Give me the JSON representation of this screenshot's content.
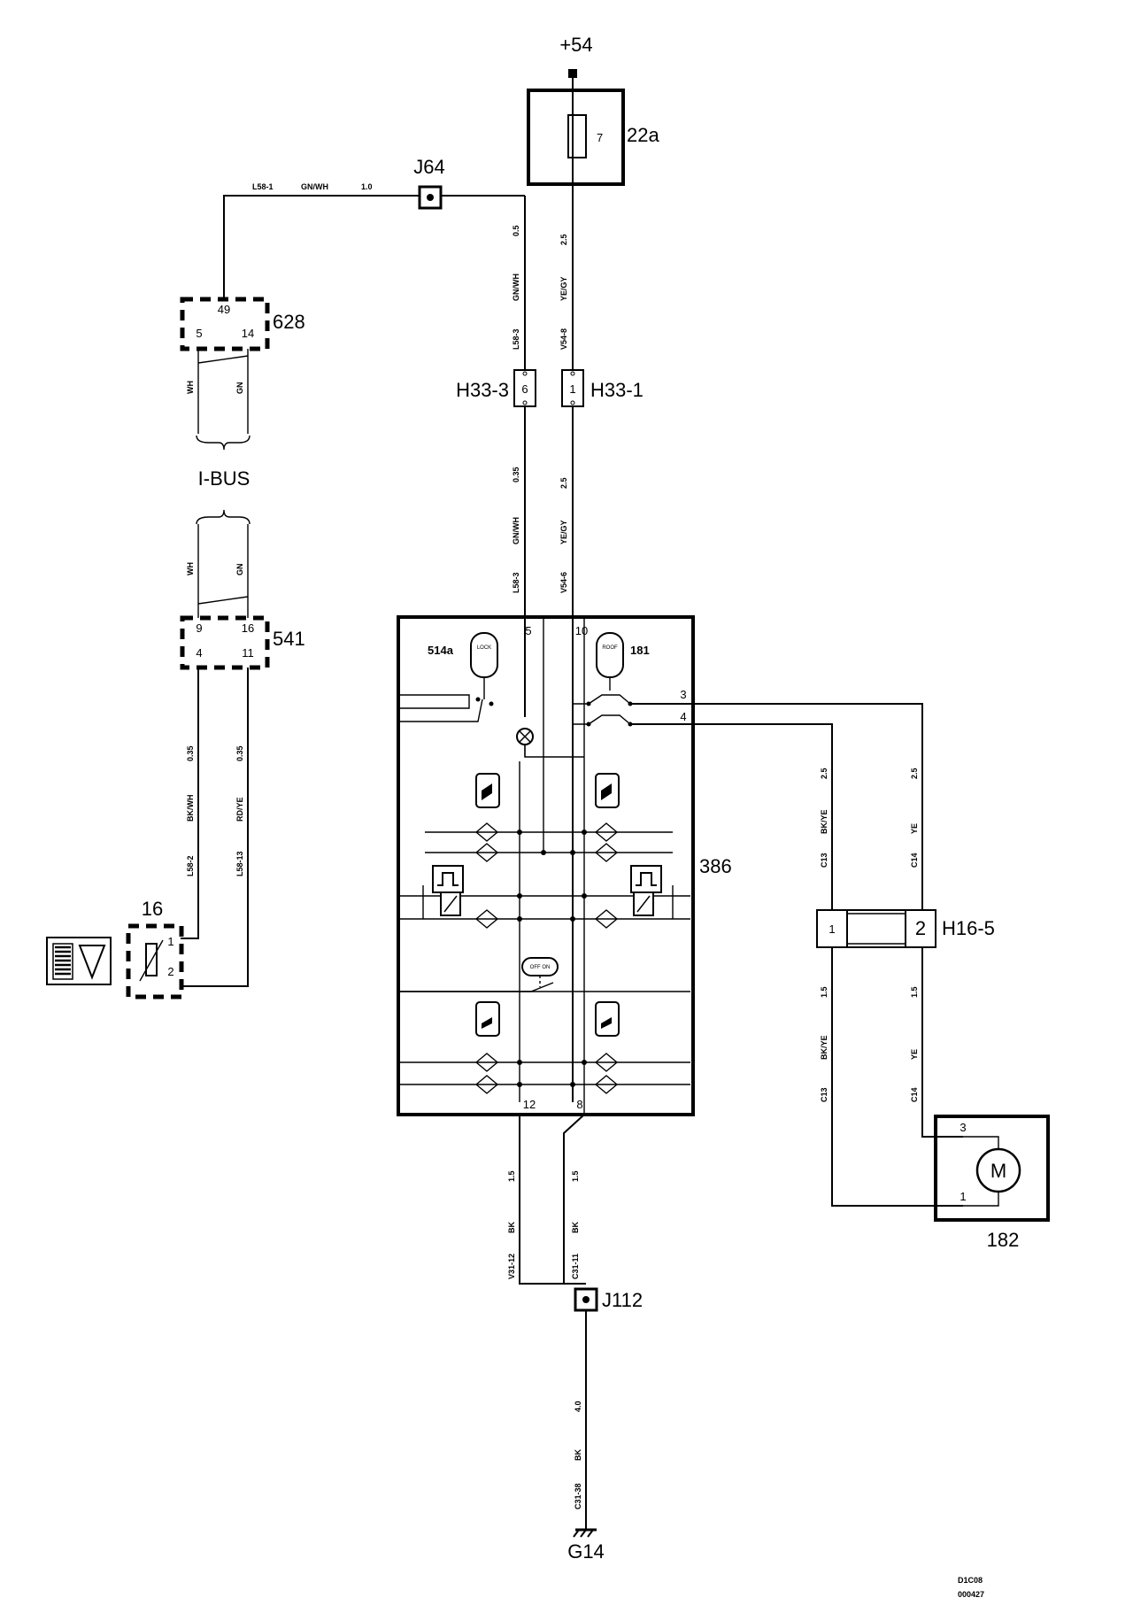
{
  "terminals": {
    "supply": "+54",
    "ground": "G14"
  },
  "components": {
    "fuse_box": "22a",
    "fuse_number": "7",
    "junction_top": "J64",
    "junction_bottom": "J112",
    "module_628": "628",
    "module_541": "541",
    "sensor": "16",
    "control_panel": "386",
    "lock_switch": "514a",
    "lock_text": "LOCK",
    "roof_switch": "181",
    "roof_text": "ROOF",
    "offon_text": "OFF ON",
    "motor": "182",
    "motor_symbol": "M",
    "conn_h33_3": "H33-3",
    "conn_h33_1": "H33-1",
    "conn_h16_5": "H16-5",
    "bus_label": "I-BUS"
  },
  "pins": {
    "m628_top": "49",
    "m628_left": "5",
    "m628_right": "14",
    "m541_tl": "9",
    "m541_tr": "16",
    "m541_bl": "4",
    "m541_br": "11",
    "sensor_1": "1",
    "sensor_2": "2",
    "h33_3": "6",
    "h33_1": "1",
    "panel_5": "5",
    "panel_10": "10",
    "panel_3": "3",
    "panel_4": "4",
    "panel_12": "12",
    "panel_8": "8",
    "h16_1": "1",
    "h16_2": "2",
    "motor_3": "3",
    "motor_1": "1"
  },
  "wires": {
    "top_h": {
      "id": "L58-1",
      "color": "GN/WH",
      "size": "1.0"
    },
    "j64_down": {
      "id": "L58-3",
      "color": "GN/WH",
      "size": "0.5"
    },
    "fuse_down": {
      "id": "V54-8",
      "color": "YE/GY",
      "size": "2.5"
    },
    "h33_3_down": {
      "id": "L58-3",
      "color": "GN/WH",
      "size": "0.35"
    },
    "h33_1_down": {
      "id": "V54-6",
      "color": "YE/GY",
      "size": "2.5"
    },
    "wh": "WH",
    "gn": "GN",
    "s_left": {
      "id": "L58-2",
      "color": "BK/WH",
      "size": "0.35"
    },
    "s_right": {
      "id": "L58-13",
      "color": "RD/YE",
      "size": "0.35"
    },
    "out3": {
      "id": "C14",
      "color": "YE",
      "size": "2.5"
    },
    "out4": {
      "id": "C13",
      "color": "BK/YE",
      "size": "2.5"
    },
    "m_left": {
      "id": "C13",
      "color": "BK/YE",
      "size": "1.5"
    },
    "m_right": {
      "id": "C14",
      "color": "YE",
      "size": "1.5"
    },
    "g12": {
      "id": "V31-12",
      "color": "BK",
      "size": "1.5"
    },
    "g8": {
      "id": "C31-11",
      "color": "BK",
      "size": "1.5"
    },
    "gmain": {
      "id": "C31-38",
      "color": "BK",
      "size": "4.0"
    }
  },
  "footer": {
    "code": "D1C08",
    "number": "000427"
  }
}
